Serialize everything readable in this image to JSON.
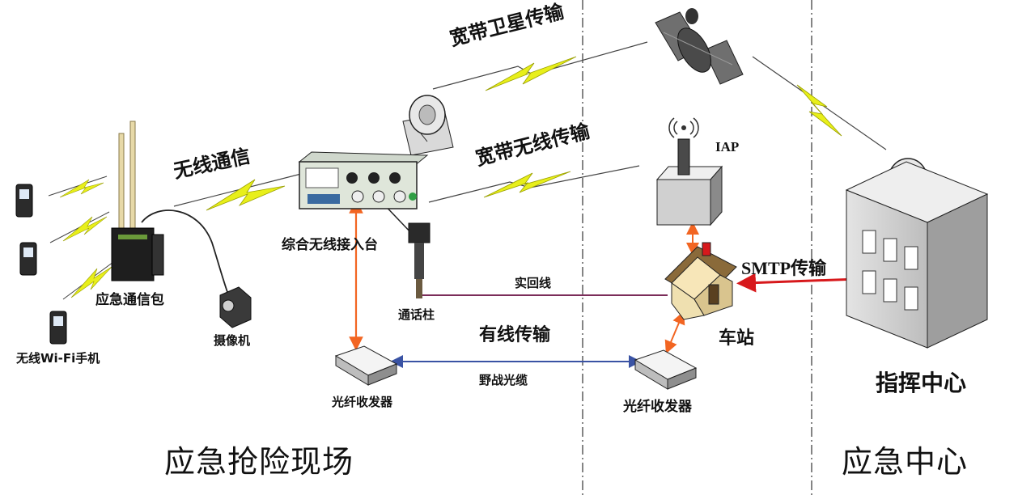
{
  "zones": {
    "scene": "应急抢险现场",
    "center": "应急中心"
  },
  "links": {
    "satellite": "宽带卫星传输",
    "broadband_wireless": "宽带无线传输",
    "wireless": "无线通信",
    "wired": "有线传输",
    "real_loop": "实回线",
    "field_cable": "野战光缆",
    "smtp": "SMTP传输"
  },
  "nodes": {
    "phones": "无线Wi-Fi手机",
    "comm_pack": "应急通信包",
    "camera": "摄像机",
    "access_station": "综合无线接入台",
    "call_post": "通话柱",
    "fiber_left": "光纤收发器",
    "fiber_right": "光纤收发器",
    "iap": "IAP",
    "station": "车站",
    "command_center": "指挥中心"
  },
  "colors": {
    "bolt": "#e8ef1a",
    "orange_link": "#f26522",
    "blue_link": "#3a53a4",
    "red_link": "#d7191c",
    "purple_link": "#7b2d5a"
  }
}
